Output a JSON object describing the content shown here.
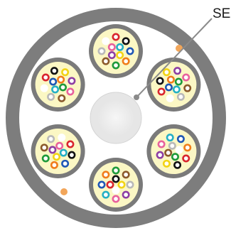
{
  "diagram": {
    "callout_label": "SE"
  },
  "colors": {
    "jacket": "#7d7d7d",
    "inner_field": "#ffffff",
    "tube_wall": "#7a7a7a",
    "tube_fill": "#fbf7c4",
    "strength_member": "#e6e6e6",
    "strength_member_core": "#f6f6f6",
    "ripcord": "#f2a65a",
    "callout_line": "#8a8a8a",
    "callout_dot": "#8a8a8a"
  },
  "fiber_colors": [
    "#1f57b5",
    "#f07d1b",
    "#1f9a3a",
    "#8b5a2b",
    "#b9b9b9",
    "#ffffff",
    "#d9262e",
    "#111111",
    "#f2d416",
    "#8e3fa3",
    "#e8629c",
    "#25b0c4"
  ],
  "buffer_tubes": [
    {
      "name": "tube-top",
      "fibers": 12
    },
    {
      "name": "tube-upper-right",
      "fibers": 12
    },
    {
      "name": "tube-lower-right",
      "fibers": 12
    },
    {
      "name": "tube-bottom",
      "fibers": 12
    },
    {
      "name": "tube-lower-left",
      "fibers": 12
    },
    {
      "name": "tube-upper-left",
      "fibers": 12
    }
  ]
}
